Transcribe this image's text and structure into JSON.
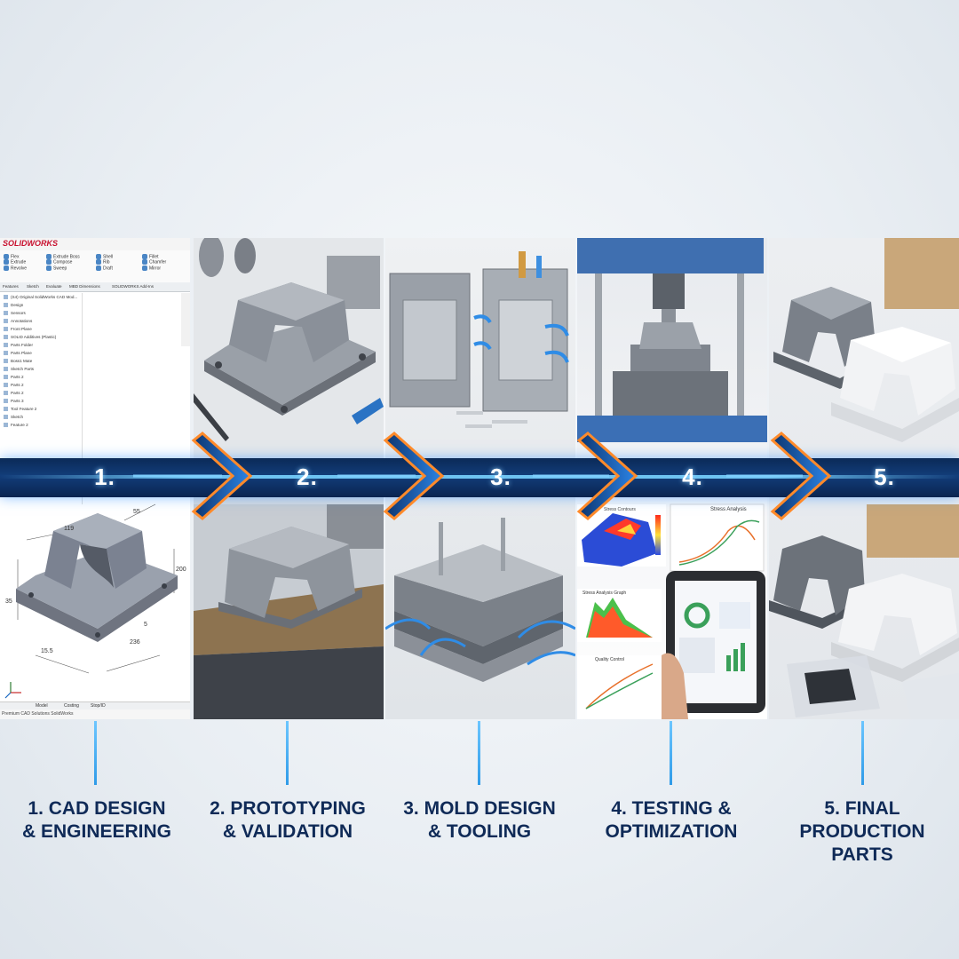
{
  "cad_window": {
    "app_name": "SOLIDWORKS",
    "ribbon_groups": [
      [
        "Flex",
        "Extrude",
        "Revolve"
      ],
      [
        "Extrude Boss",
        "Compose",
        "Sweep"
      ],
      [
        "Shell",
        "Rib",
        "Draft"
      ],
      [
        "Fillet",
        "Chamfer",
        "Mirror"
      ]
    ],
    "tabs": [
      "Features",
      "Sketch",
      "Evaluate",
      "MBD Dimensions",
      "SOLIDWORKS Add-Ins"
    ],
    "tree_root": "(S4) Original SolidWorks CAD Mod...",
    "tree_items": [
      "Design",
      "Sensors",
      "Annotations",
      "Front Plane",
      "SOLID Additives (Plastic)",
      "Parts Folder",
      "Parts Plane",
      "Boss1 Mate",
      "Sketch Parts",
      "Parts 2",
      "Parts 2",
      "Parts 2",
      "Parts 3",
      "Tool Feature 2",
      "Sketch",
      "Feature 2"
    ],
    "bottom_tabs": [
      "Model",
      "Costing",
      "Stop/ID"
    ],
    "status_text": "Premium CAD Solutions SolidWorks",
    "dimensions": [
      "119",
      "55",
      "200",
      "35",
      "15.5",
      "236",
      "5"
    ]
  },
  "steps": [
    {
      "number": "1.",
      "label": "1. CAD DESIGN\n& ENGINEERING",
      "image": "cad-model-screen"
    },
    {
      "number": "2.",
      "label": "2. PROTOTYPING\n& VALIDATION",
      "image": "prototype-part"
    },
    {
      "number": "3.",
      "label": "3. MOLD DESIGN\n& TOOLING",
      "image": "injection-mold"
    },
    {
      "number": "4.",
      "label": "4. TESTING &\nOPTIMIZATION",
      "image": "test-machine"
    },
    {
      "number": "5.",
      "label": "5. FINAL\nPRODUCTION\nPARTS",
      "image": "final-parts"
    }
  ],
  "analysis": {
    "chart_titles": [
      "Stress Analysis",
      "Stress Analysis Graph",
      "Quality Control"
    ],
    "small_title": "Stress Contours"
  },
  "colors": {
    "band": "#123d7a",
    "glow": "#6cc6ff",
    "arrow_orange": "#ff8a2a",
    "label": "#0f2a57"
  }
}
